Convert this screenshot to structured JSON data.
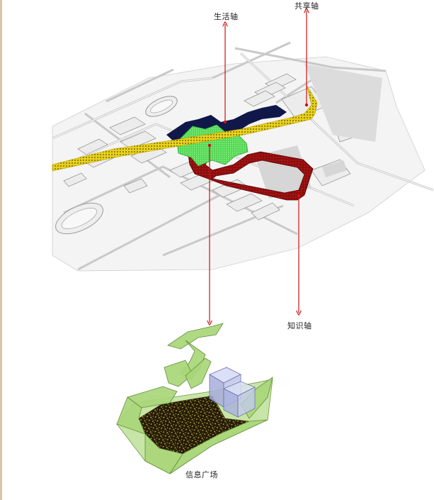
{
  "labels": {
    "life_axis": "生活轴",
    "share_axis": "共享轴",
    "knowledge_axis": "知识轴",
    "info_plaza": "信息广场"
  },
  "colors": {
    "life_axis_fill": "#27a52c",
    "life_axis_glow": "#6ee86a",
    "share_axis_fill": "#e8d21c",
    "knowledge_axis_fill": "#8f0d0d",
    "navy_zone": "#10184a",
    "arrow": "#cc1111",
    "plaza_green": "#9ed06b",
    "plaza_box": "#b8bfe6"
  }
}
